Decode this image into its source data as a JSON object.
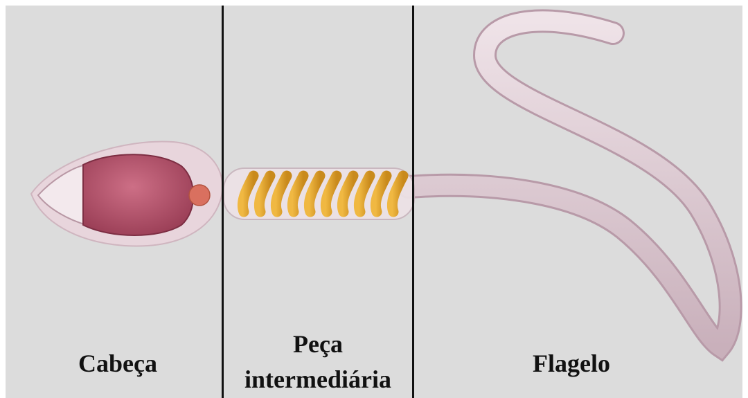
{
  "labels": {
    "head": "Cabeça",
    "midpiece_line1": "Peça",
    "midpiece_line2": "intermediária",
    "tail": "Flagelo"
  },
  "colors": {
    "background": "#dcdcdc",
    "divider": "#111111",
    "membrane": "#e8d6dc",
    "nucleus": "#b04a62",
    "acrosome": "#f2e6ea",
    "centriole": "#d9705f",
    "mitochondria": "#e0a12d",
    "flagellum": "#d7c3cc"
  }
}
